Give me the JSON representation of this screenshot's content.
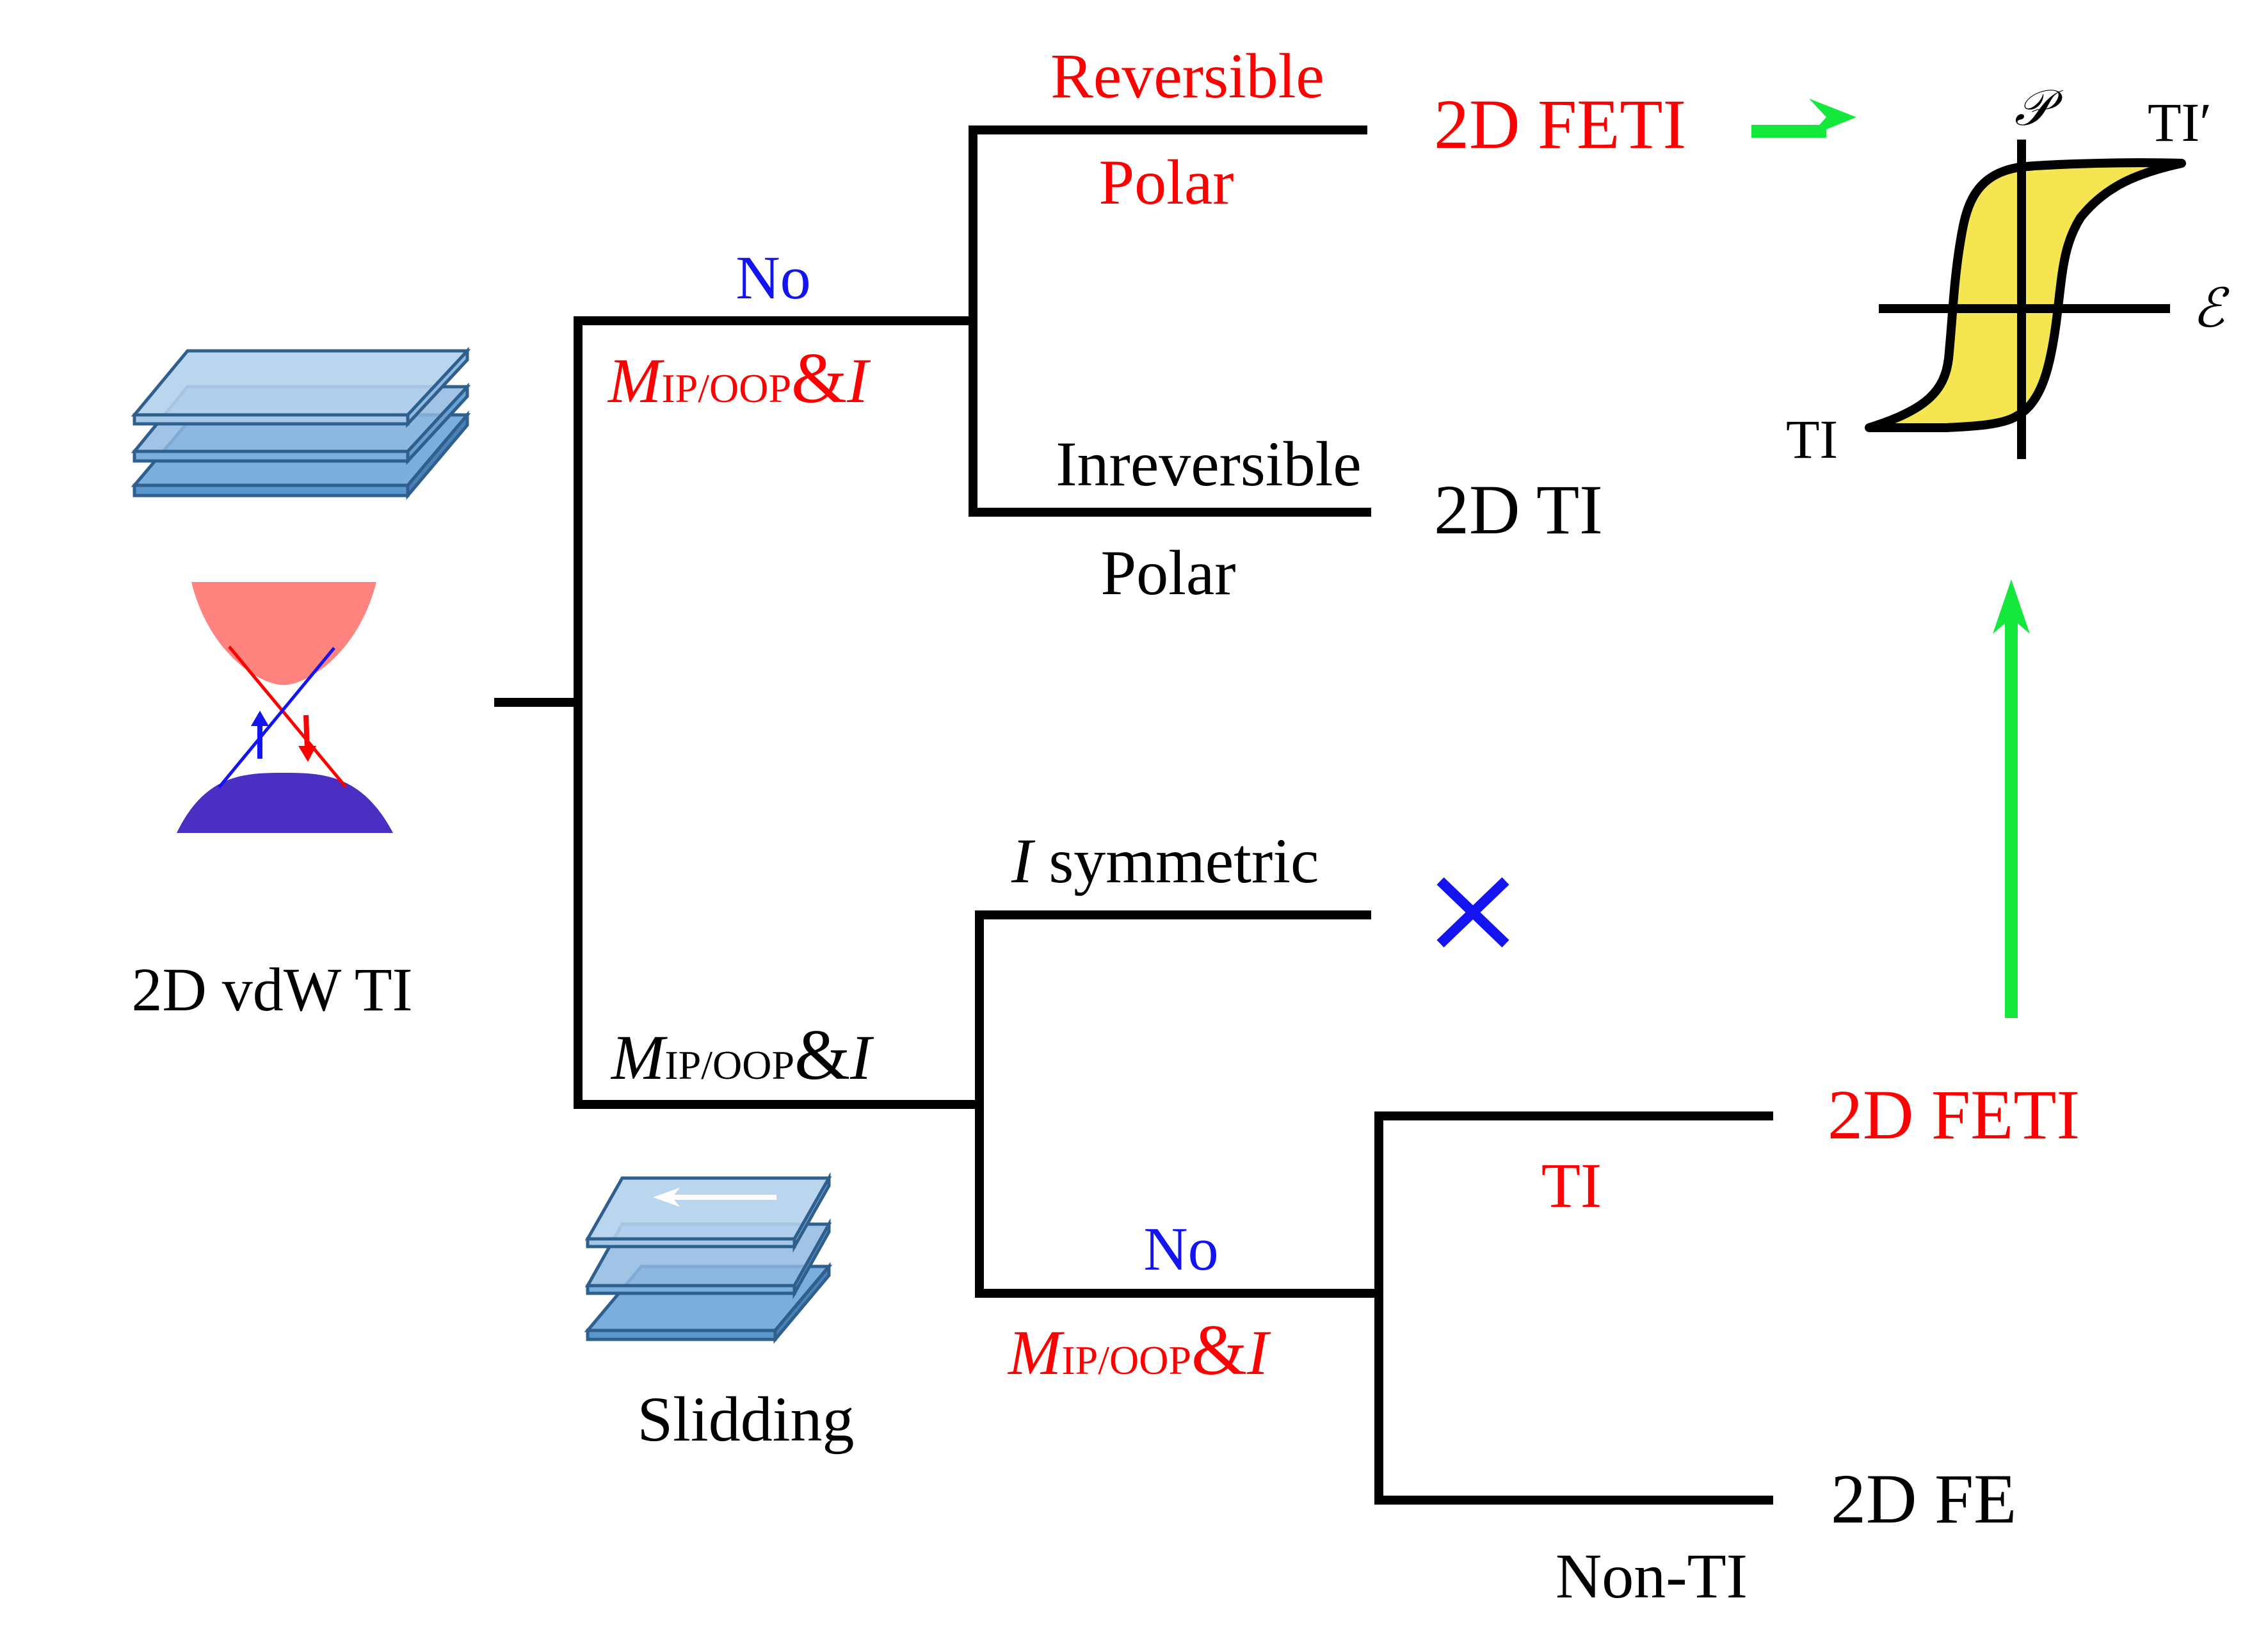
{
  "colors": {
    "black": "#000000",
    "red": "#ff0000",
    "blue": "#1414f0",
    "green": "#14e83c",
    "yellow": "#f5e550",
    "layer_light": "#b3d0ec",
    "layer_mid": "#8fb9e2",
    "layer_dark": "#7aaedd",
    "layer_edge": "#2f5f8c",
    "conduction": "#ff8480",
    "valence": "#4a2fc2"
  },
  "root": {
    "label": "2D vdW TI"
  },
  "sliding": {
    "label": "Slidding"
  },
  "upper_branch": {
    "top_label": "No",
    "bottom_label_M": "M",
    "bottom_label_sub": "IP/OOP",
    "bottom_label_amp": "&",
    "bottom_label_I": "I",
    "reversible_line1": "Reversible",
    "reversible_line2": "Polar",
    "reversible_result": "2D FETI",
    "irreversible_line1": "Inreversible",
    "irreversible_line2": "Polar",
    "irreversible_result": "2D TI"
  },
  "lower_branch": {
    "top_label_M": "M",
    "top_label_sub": "IP/OOP",
    "top_label_amp": "&",
    "top_label_I": "I",
    "i_symmetric_I": "I",
    "i_symmetric_rest": " symmetric",
    "i_symmetric_result": "×",
    "no_label": "No",
    "no_sub_M": "M",
    "no_sub_sub": "IP/OOP",
    "no_sub_amp": "&",
    "no_sub_I": "I",
    "ti_label": "TI",
    "ti_result": "2D FETI",
    "nonti_label": "Non-TI",
    "nonti_result": "2D FE"
  },
  "hysteresis": {
    "y_axis_label": "𝒫",
    "x_axis_label": "ℰ",
    "top_state": "TI′",
    "bottom_state": "TI"
  }
}
